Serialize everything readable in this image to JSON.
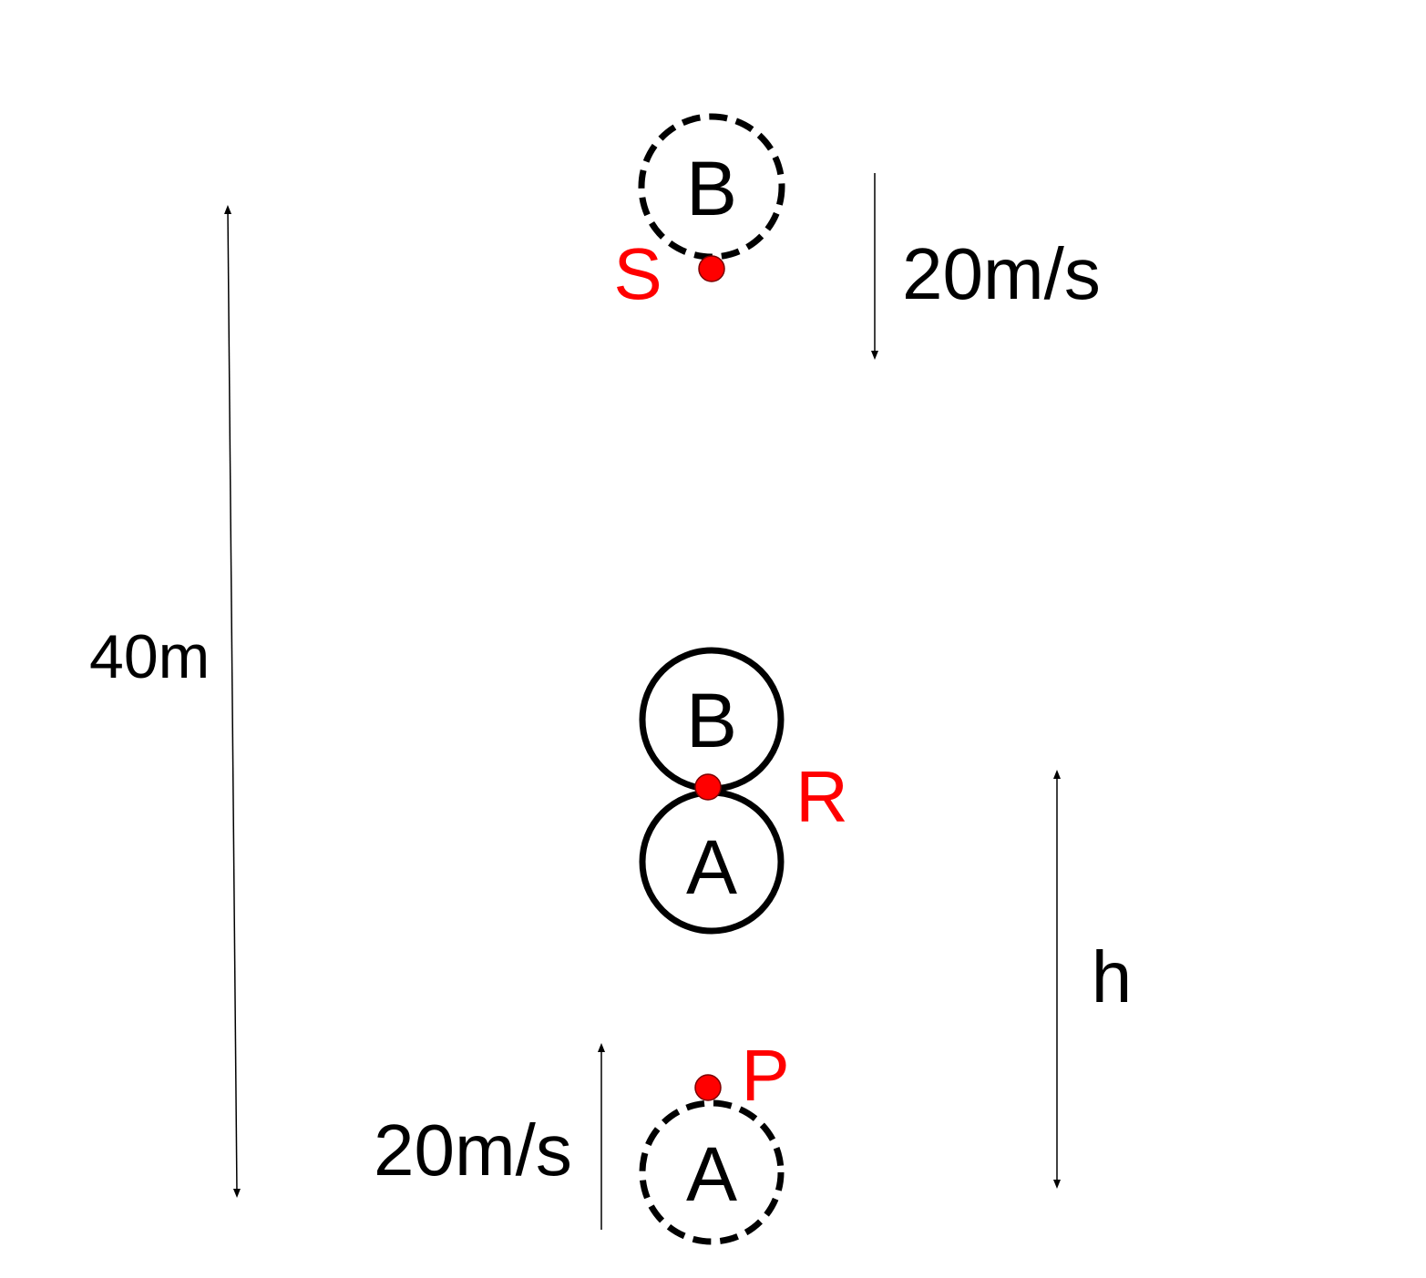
{
  "balls": {
    "b_initial": {
      "label": "B"
    },
    "b_meet": {
      "label": "B"
    },
    "a_meet": {
      "label": "A"
    },
    "a_initial": {
      "label": "A"
    }
  },
  "points": {
    "s": {
      "label": "S"
    },
    "r": {
      "label": "R"
    },
    "p": {
      "label": "P"
    }
  },
  "dimensions": {
    "total_height": "40m",
    "meeting_height": "h"
  },
  "velocities": {
    "ball_b": "20m/s",
    "ball_a": "20m/s"
  },
  "colors": {
    "ink": "#000000",
    "point": "#ff0000",
    "point_label": "#ff0000"
  },
  "icons": {
    "arrowhead": "arrow-head-icon",
    "point": "point-marker-icon"
  }
}
